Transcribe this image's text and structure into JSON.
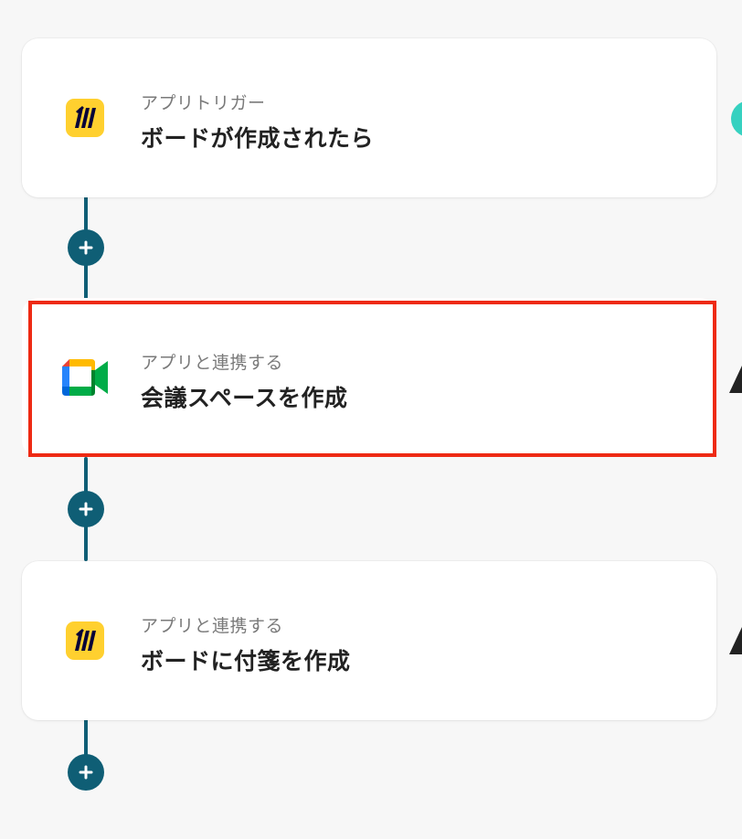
{
  "flow": {
    "steps": [
      {
        "subtitle": "アプリトリガー",
        "title": "ボードが作成されたら",
        "app_icon": "miro-icon"
      },
      {
        "subtitle": "アプリと連携する",
        "title": "会議スペースを作成",
        "app_icon": "google-meet-icon"
      },
      {
        "subtitle": "アプリと連携する",
        "title": "ボードに付箋を作成",
        "app_icon": "miro-icon"
      }
    ],
    "add_button_icon": "plus-icon"
  },
  "colors": {
    "connector": "#0f5e75",
    "highlight": "#ee2a14",
    "miro_yellow": "#ffd02f",
    "card_bg": "#ffffff",
    "page_bg": "#f7f7f7"
  }
}
